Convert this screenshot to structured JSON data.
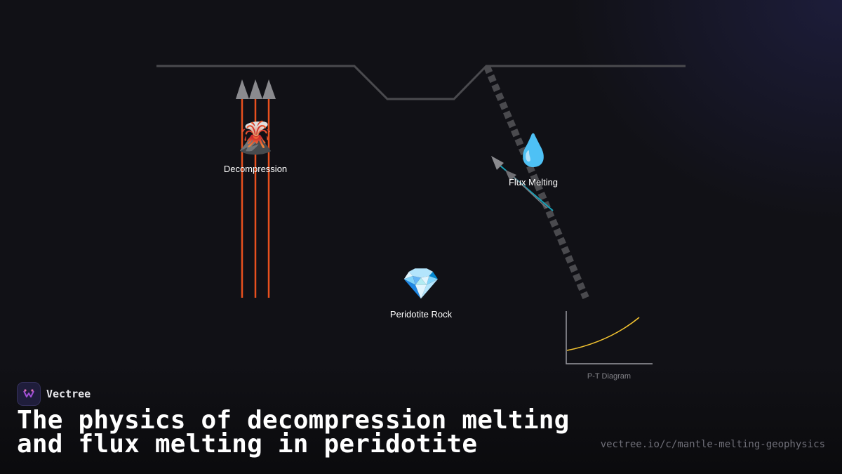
{
  "diagram": {
    "labels": {
      "decompression": "Decompression",
      "flux_melting": "Flux Melting",
      "peridotite": "Peridotite Rock",
      "pt_diagram": "P-T Diagram"
    },
    "icons": {
      "volcano": "🌋",
      "water_drop": "💧",
      "gem": "💎"
    },
    "colors": {
      "crust_line": "#4a4a4e",
      "magma_arrows": "#e8501e",
      "arrow_heads": "#8a8a8e",
      "slab": "#4a4a4e",
      "fluid_arrow": "#17a2b8",
      "pt_curve": "#f4c430",
      "pt_axes": "#9a9aa0"
    }
  },
  "brand": {
    "name": "Vectree"
  },
  "title": {
    "line1": "The physics of decompression melting",
    "line2": "and flux melting in peridotite"
  },
  "url": "vectree.io/c/mantle-melting-geophysics"
}
